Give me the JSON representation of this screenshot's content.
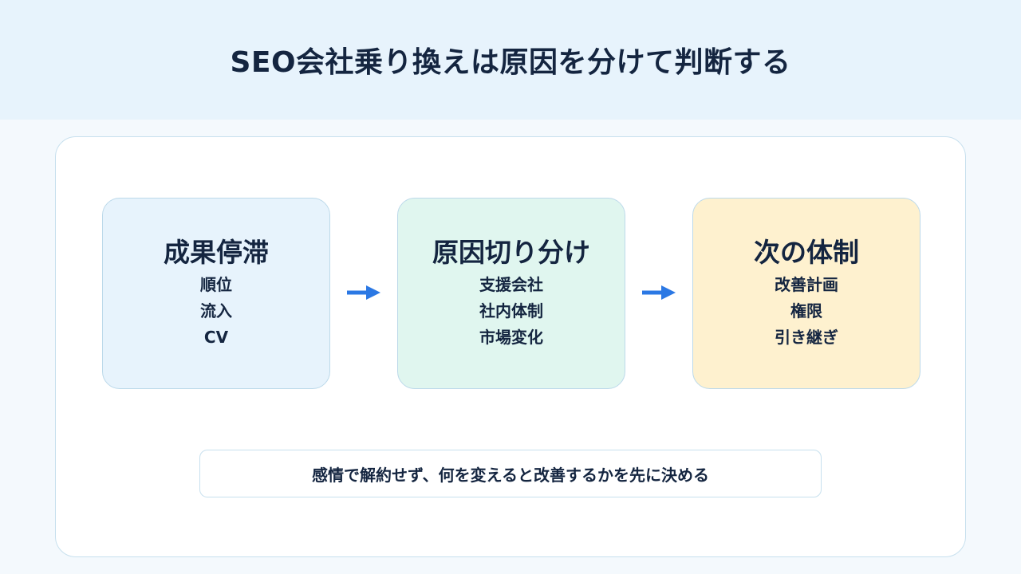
{
  "title": "SEO会社乗り換えは原因を分けて判断する",
  "steps": [
    {
      "title": "成果停滞",
      "items": [
        "順位",
        "流入",
        "CV"
      ],
      "fill": "#e7f3fc"
    },
    {
      "title": "原因切り分け",
      "items": [
        "支援会社",
        "社内体制",
        "市場変化"
      ],
      "fill": "#e0f6ef"
    },
    {
      "title": "次の体制",
      "items": [
        "改善計画",
        "権限",
        "引き継ぎ"
      ],
      "fill": "#fef1cf"
    }
  ],
  "arrow_color": "#2b78e4",
  "note": "感情で解約せず、何を変えると改善するかを先に決める"
}
